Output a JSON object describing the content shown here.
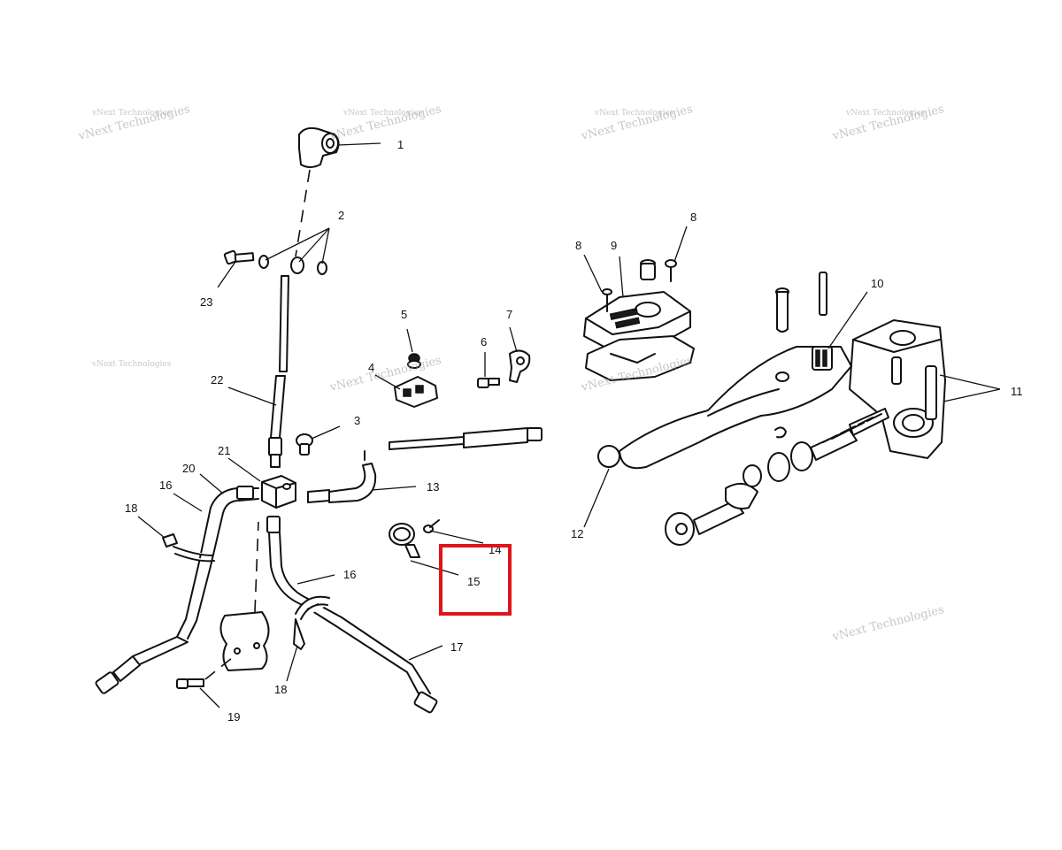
{
  "watermarks": [
    "vNext Technologies",
    "vNext Technologies",
    "vNext Technologies",
    "vNext Technologies",
    "vNext Technologies",
    "vNext Technologies",
    "vNext Technologies",
    "vNext Technologies",
    "vNext Technologies",
    "vNext Technologies",
    "vNext Technologies",
    "vNext Technologies"
  ],
  "callouts": [
    "1",
    "2",
    "23",
    "5",
    "7",
    "6",
    "4",
    "3",
    "22",
    "21",
    "20",
    "16",
    "18",
    "13",
    "14",
    "15",
    "16",
    "17",
    "18",
    "19",
    "8",
    "9",
    "8",
    "10",
    "11",
    "12"
  ],
  "highlight_color": "#e0141b",
  "highlighted_callout": "15"
}
